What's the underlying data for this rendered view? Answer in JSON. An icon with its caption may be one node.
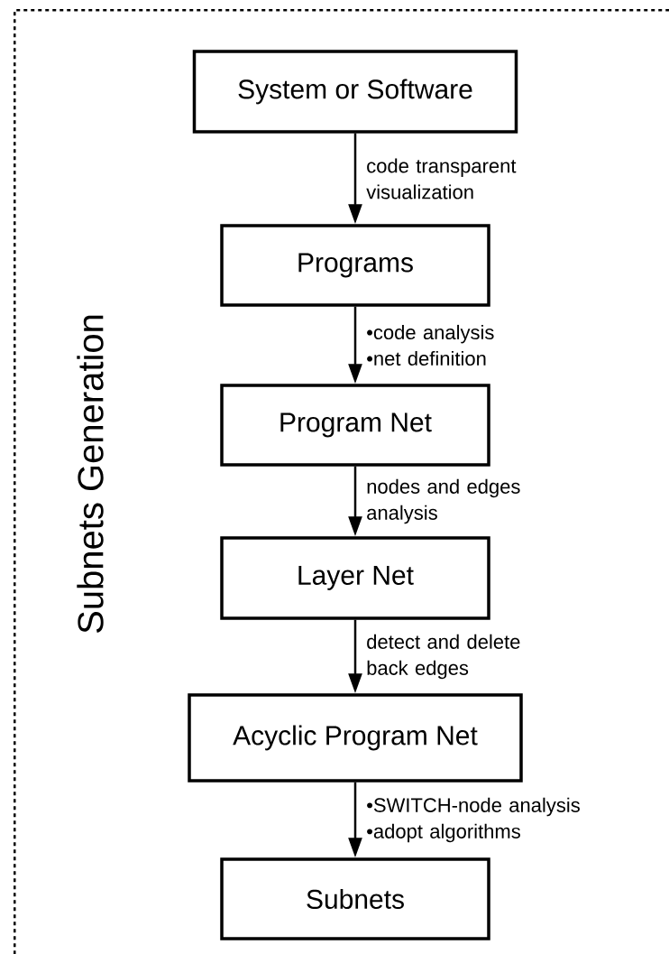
{
  "diagram": {
    "nodes": [
      {
        "text": [
          "Subnets Generation"
        ]
      },
      {
        "text": [
          "System or Software"
        ],
        "in": 0
      },
      {
        "text": [
          "Programs"
        ],
        "in": 0
      },
      {
        "text": [
          "Program Net"
        ],
        "in": 0
      },
      {
        "text": [
          "Layer Net"
        ],
        "in": 0
      },
      {
        "text": [
          "Acyclic Program Net"
        ],
        "in": 0
      },
      {
        "text": [
          "Subnets"
        ],
        "in": 0
      }
    ],
    "edges": [
      {
        "from": 1,
        "to": 2,
        "arrow": "to",
        "label": "code transparent visualization"
      },
      {
        "from": 2,
        "to": 3,
        "arrow": "to",
        "label": "•code analysis •net definition"
      },
      {
        "from": 3,
        "to": 4,
        "arrow": "to",
        "label": "nodes and edges analysis"
      },
      {
        "from": 4,
        "to": 5,
        "arrow": "to",
        "label": "detect and delete back edges"
      },
      {
        "from": 5,
        "to": 6,
        "arrow": "to",
        "label": "•SWITCH-node analysis •adopt algorithms"
      }
    ]
  }
}
